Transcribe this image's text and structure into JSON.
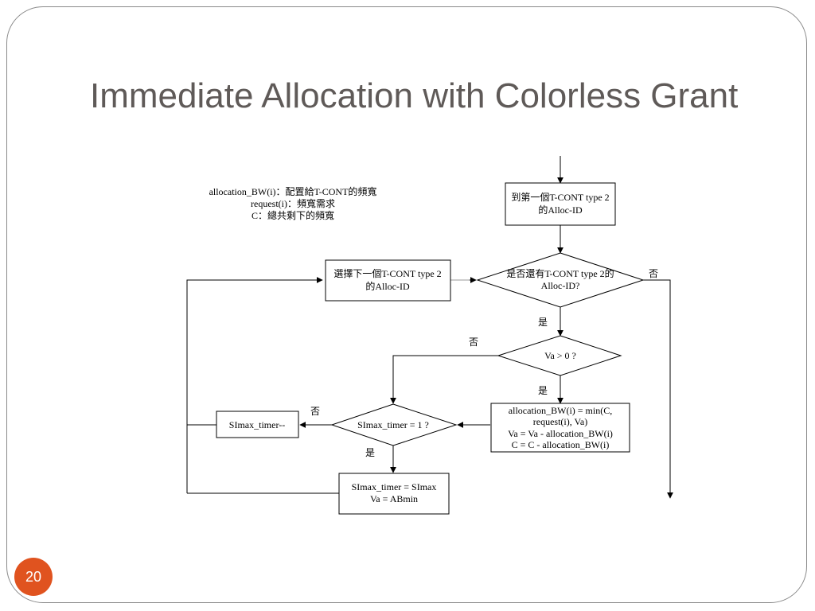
{
  "slide": {
    "title": "Immediate Allocation with Colorless Grant",
    "page_number": "20"
  },
  "legend": {
    "line1": "allocation_BW(i)：配置給T-CONT的頻寬",
    "line2": "request(i)：頻寬需求",
    "line3": "C：總共剩下的頻寬"
  },
  "nodes": {
    "first": {
      "line1": "到第一個T-CONT type 2",
      "line2": "的Alloc-ID"
    },
    "next": {
      "line1": "選擇下一個T-CONT type 2",
      "line2": "的Alloc-ID"
    },
    "has_more": {
      "line1": "是否還有T-CONT type 2的",
      "line2": "Alloc-ID?"
    },
    "va_check": {
      "line1": "Va > 0 ?"
    },
    "allocate": {
      "line1": "allocation_BW(i) = min(C,",
      "line2": "request(i), Va)",
      "line3": "Va = Va - allocation_BW(i)",
      "line4": "C = C - allocation_BW(i)"
    },
    "simax_check": {
      "line1": "SImax_timer = 1 ?"
    },
    "simax_dec": {
      "line1": "SImax_timer--"
    },
    "simax_reset": {
      "line1": "SImax_timer = SImax",
      "line2": "Va = ABmin"
    }
  },
  "edge_labels": {
    "has_more_no": "否",
    "has_more_yes": "是",
    "va_no": "否",
    "va_yes": "是",
    "simax_no": "否",
    "simax_yes": "是"
  }
}
